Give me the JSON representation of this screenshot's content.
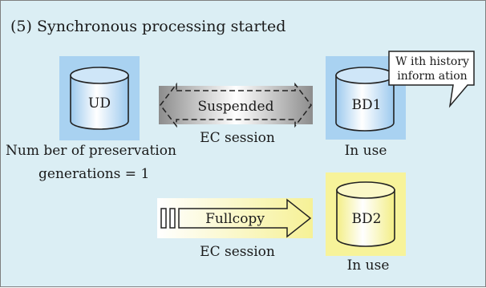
{
  "title": "(5) Synchronous processing started",
  "volumes": {
    "ud": {
      "label": "UD",
      "note_line1": "Num ber of preservation",
      "note_line2": "generations = 1"
    },
    "bd1": {
      "label": "BD1",
      "status": "In use"
    },
    "bd2": {
      "label": "BD2",
      "status": "In use"
    }
  },
  "sessions": {
    "suspended": {
      "arrow_label": "Suspended",
      "caption": "EC session"
    },
    "fullcopy": {
      "arrow_label": "Fullcopy",
      "caption": "EC session"
    }
  },
  "callout": {
    "line1": "W ith history",
    "line2": "inform ation"
  },
  "colors": {
    "background": "#dbeef4",
    "cylinder_blue": "#a9d2f1",
    "cylinder_yellow": "#f7f39a",
    "arrow_gray": "#9a9a9a",
    "arrow_yellow": "#f6f196"
  }
}
